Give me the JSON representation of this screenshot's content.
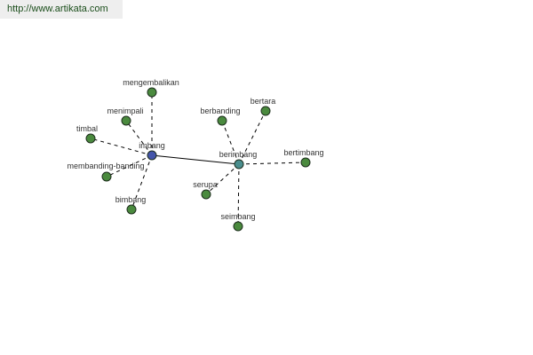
{
  "source_url": "http://www.artikata.com",
  "colors": {
    "hub_primary": "#4455aa",
    "hub_secondary": "#4a8e8e",
    "leaf": "#4a8a3e",
    "edge": "#000000"
  },
  "graph": {
    "hubs": [
      {
        "id": "imbang",
        "label": "imbang"
      },
      {
        "id": "berimbang",
        "label": "berimbang"
      }
    ],
    "leaves": [
      {
        "id": "mengembalikan",
        "label": "mengembalikan",
        "hub": "imbang"
      },
      {
        "id": "menimpali",
        "label": "menimpali",
        "hub": "imbang"
      },
      {
        "id": "timbal",
        "label": "timbal",
        "hub": "imbang"
      },
      {
        "id": "membanding-banding",
        "label": "membanding-banding",
        "hub": "imbang"
      },
      {
        "id": "bimbang",
        "label": "bimbang",
        "hub": "imbang"
      },
      {
        "id": "berbanding",
        "label": "berbanding",
        "hub": "berimbang"
      },
      {
        "id": "bertara",
        "label": "bertara",
        "hub": "berimbang"
      },
      {
        "id": "bertimbang",
        "label": "bertimbang",
        "hub": "berimbang"
      },
      {
        "id": "serupa",
        "label": "serupa",
        "hub": "berimbang"
      },
      {
        "id": "seimbang",
        "label": "seimbang",
        "hub": "berimbang"
      }
    ],
    "hub_link": [
      "imbang",
      "berimbang"
    ]
  }
}
